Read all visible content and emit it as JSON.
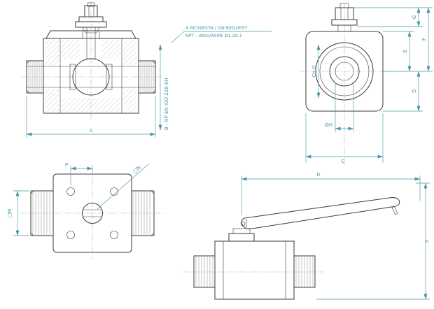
{
  "page": {
    "background": "#ffffff"
  },
  "colors": {
    "accent_dimension": "#4b98a4",
    "drawing_line": "#3a3a3a"
  },
  "notes": {
    "on_request_line1": "A RICHIESTA / ON REQUEST",
    "on_request_line2": "NPT - ANSI/ASME B1.20.1"
  },
  "dims": {
    "a": "A",
    "b_thread": "B - RP EN ISO 228 6H",
    "c": "C",
    "d": "D",
    "e": "E",
    "f": "F",
    "g": "G",
    "h": "ØH",
    "ch_q": "Ch Q",
    "p": "P",
    "n": "□N",
    "m": "□M",
    "r": "R",
    "s": "S"
  }
}
